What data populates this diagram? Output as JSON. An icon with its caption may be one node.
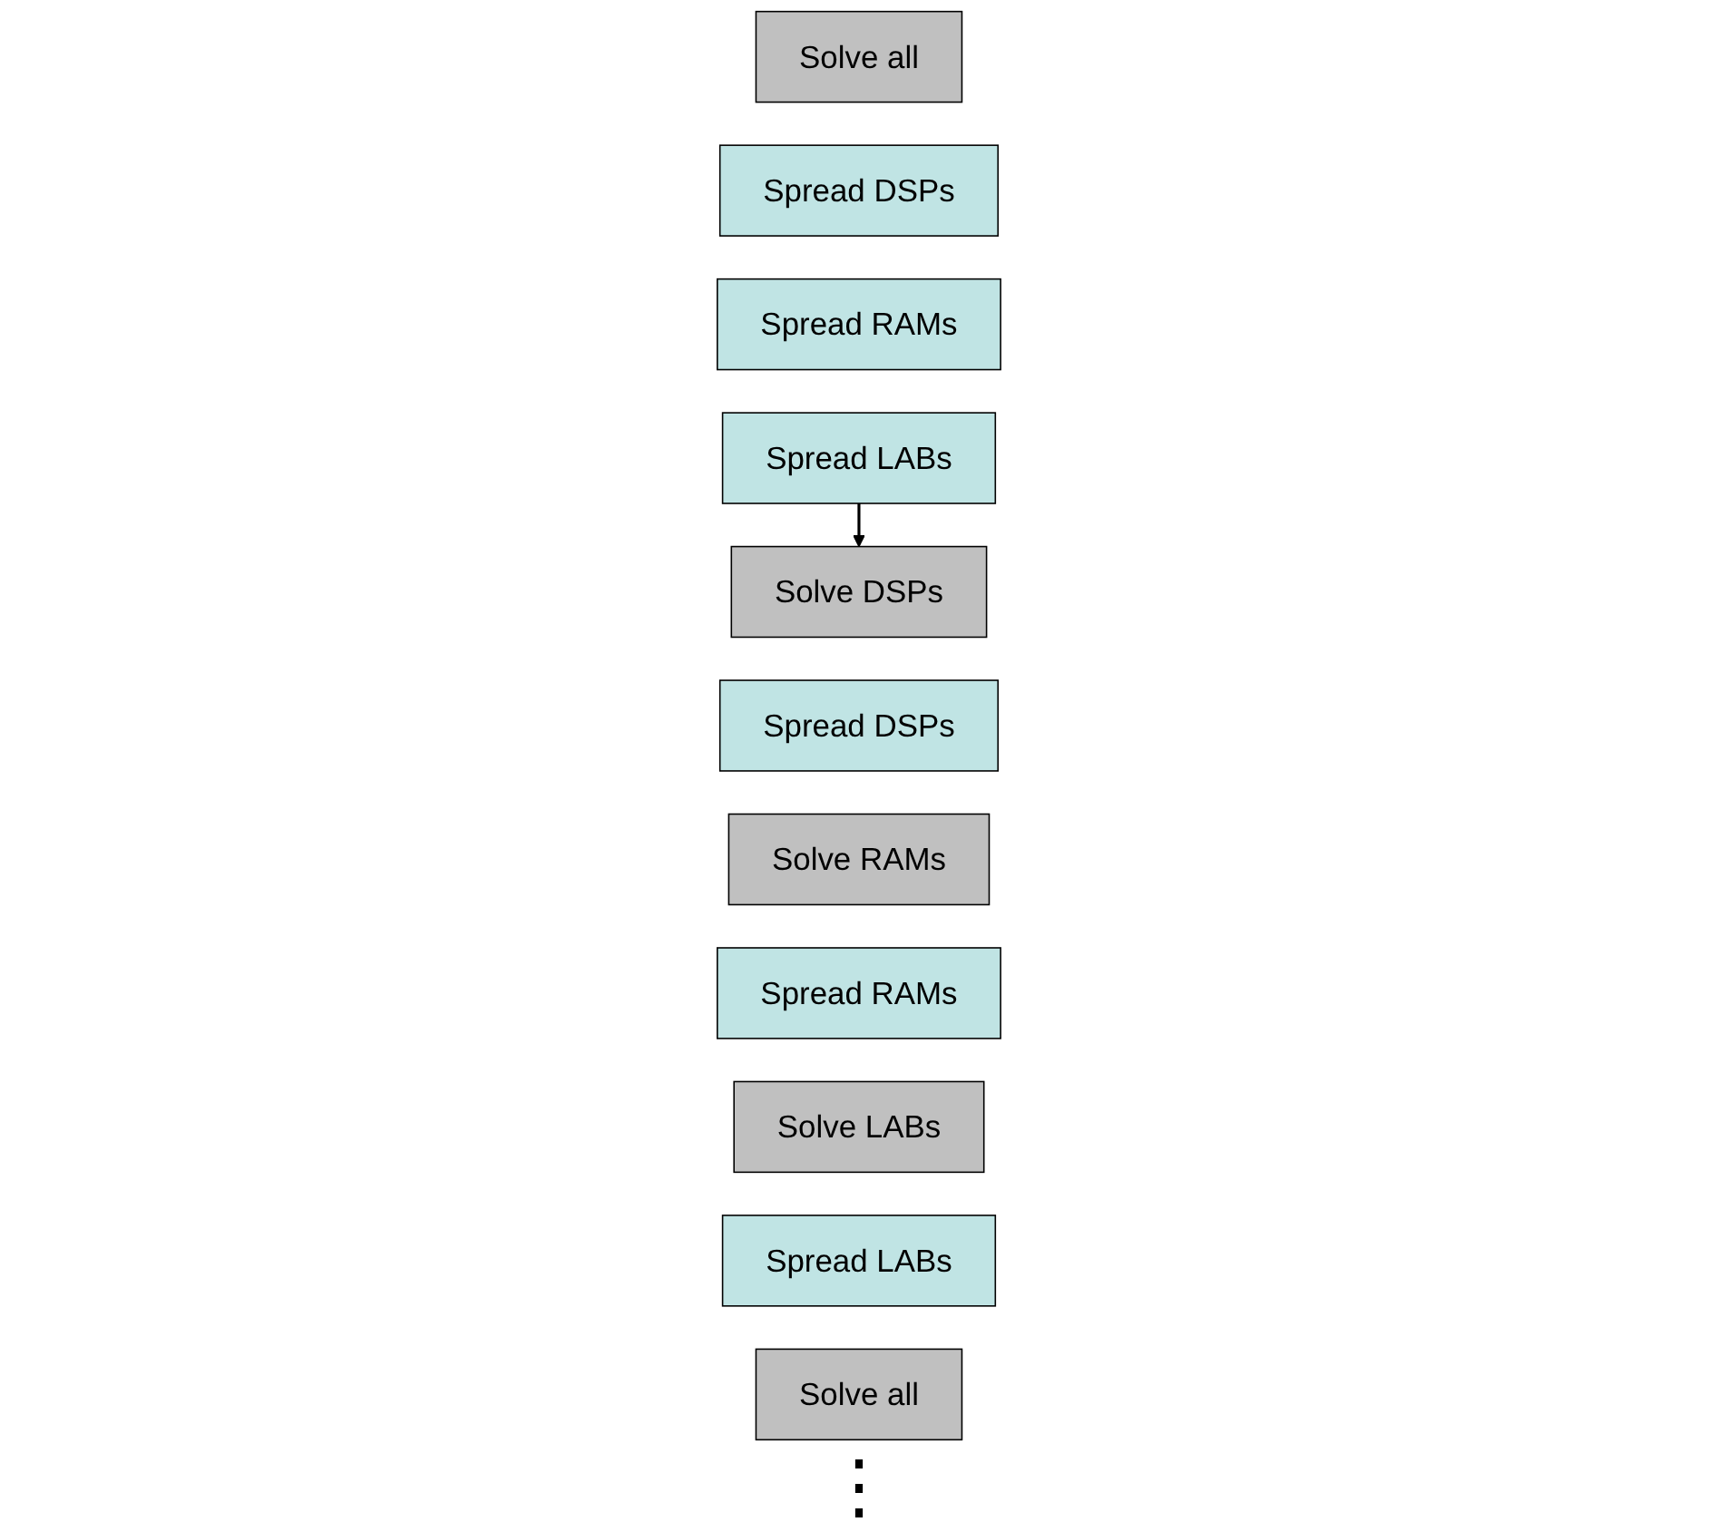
{
  "diagram": {
    "nodes": [
      {
        "text": [
          "Solve all"
        ]
      },
      {
        "text": [
          "Spread DSPs"
        ]
      },
      {
        "text": [
          "Spread RAMs"
        ]
      },
      {
        "text": [
          "Spread LABs"
        ]
      },
      {
        "text": [
          "Solve DSPs"
        ]
      },
      {
        "text": [
          "Spread DSPs"
        ]
      },
      {
        "text": [
          "Solve RAMs"
        ]
      },
      {
        "text": [
          "Spread RAMs"
        ]
      },
      {
        "text": [
          "Solve LABs"
        ]
      },
      {
        "text": [
          "Spread LABs"
        ]
      },
      {
        "text": [
          "Solve all"
        ]
      }
    ],
    "edges": [
      {
        "from": 3,
        "to": 4,
        "arrow": "to"
      }
    ],
    "labels": [
      "⋮"
    ]
  }
}
